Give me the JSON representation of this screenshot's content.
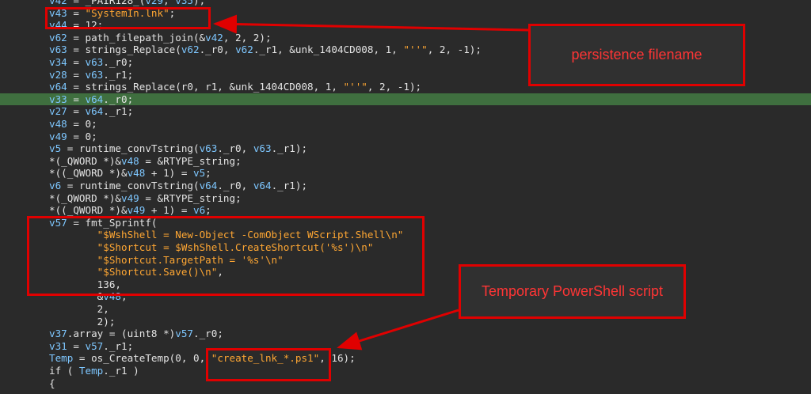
{
  "code_lines": [
    {
      "text": "v42 = _PAIR128_(v29, v35);"
    },
    {
      "text": "v43 = \"SystemIn.lnk\";"
    },
    {
      "text": "v44 = 12;"
    },
    {
      "text": "v62 = path_filepath_join(&v42, 2, 2);"
    },
    {
      "text": "v63 = strings_Replace(v62._r0, v62._r1, &unk_1404CD008, 1, \"''\", 2, -1);"
    },
    {
      "text": "v34 = v63._r0;"
    },
    {
      "text": "v28 = v63._r1;"
    },
    {
      "text": "v64 = strings_Replace(r0, r1, &unk_1404CD008, 1, \"''\", 2, -1);"
    },
    {
      "text": "v33 = v64._r0;",
      "highlighted": true
    },
    {
      "text": "v27 = v64._r1;"
    },
    {
      "text": "v48 = 0;"
    },
    {
      "text": "v49 = 0;"
    },
    {
      "text": "v5 = runtime_convTstring(v63._r0, v63._r1);"
    },
    {
      "text": "*(_QWORD *)&v48 = &RTYPE_string;"
    },
    {
      "text": "*((_QWORD *)&v48 + 1) = v5;"
    },
    {
      "text": "v6 = runtime_convTstring(v64._r0, v64._r1);"
    },
    {
      "text": "*(_QWORD *)&v49 = &RTYPE_string;"
    },
    {
      "text": "*((_QWORD *)&v49 + 1) = v6;"
    },
    {
      "text": "v57 = fmt_Sprintf("
    },
    {
      "text": "        \"$WshShell = New-Object -ComObject WScript.Shell\\n\""
    },
    {
      "text": "        \"$Shortcut = $WshShell.CreateShortcut('%s')\\n\""
    },
    {
      "text": "        \"$Shortcut.TargetPath = '%s'\\n\""
    },
    {
      "text": "        \"$Shortcut.Save()\\n\","
    },
    {
      "text": "        136,"
    },
    {
      "text": "        &v48,"
    },
    {
      "text": "        2,"
    },
    {
      "text": "        2);"
    },
    {
      "text": "v37.array = (uint8 *)v57._r0;"
    },
    {
      "text": "v31 = v57._r1;"
    },
    {
      "text": "Temp = os_CreateTemp(0, 0, \"create_lnk_*.ps1\", 16);"
    },
    {
      "text": "if ( Temp._r1 )"
    },
    {
      "text": "{"
    }
  ],
  "annotations": {
    "persistence_label": "persistence filename",
    "powershell_label": "Temporary PowerShell script"
  },
  "colors": {
    "background": "#2a2a2a",
    "code_text": "#e4e4e4",
    "variable": "#7ec7ff",
    "string": "#ffa733",
    "highlight_line": "#3f6f3f",
    "annotation": "#e00000"
  }
}
